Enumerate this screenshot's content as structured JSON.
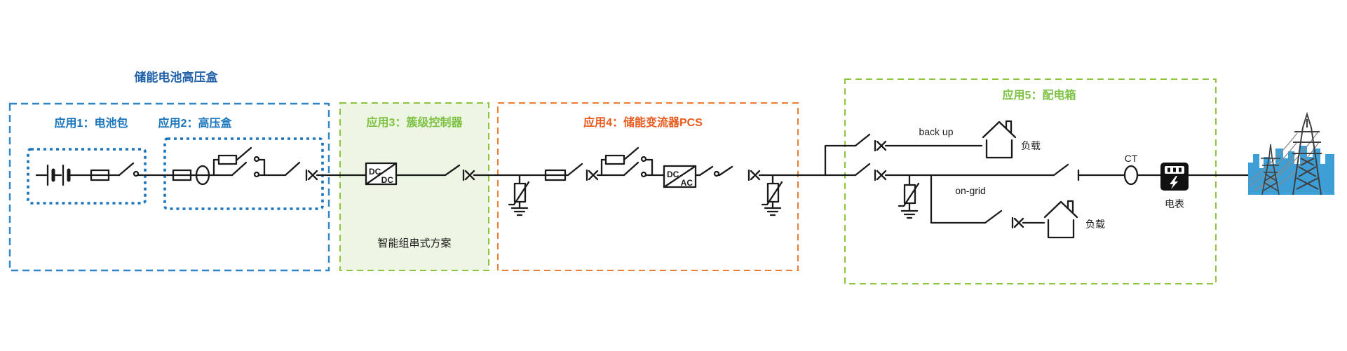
{
  "diagram": {
    "main_title": "储能电池高压盒",
    "solution_label": "智能组串式方案",
    "sections": {
      "app1": {
        "title": "应用1：电池包"
      },
      "app2": {
        "title": "应用2：高压盒"
      },
      "app3": {
        "title": "应用3：簇级控制器"
      },
      "app4": {
        "title": "应用4：储能变流器PCS"
      },
      "app5": {
        "title": "应用5：配电箱"
      }
    },
    "labels": {
      "backup": "back up",
      "ongrid": "on-grid",
      "ct": "CT",
      "meter": "电表",
      "load_backup": "负载",
      "load_ongrid": "负载",
      "dcdc_top": "DC",
      "dcdc_bottom": "DC",
      "dcac_top": "DC",
      "dcac_bottom": "AC"
    },
    "colors": {
      "dark_blue": "#1E5FA9",
      "blue": "#1B75BC",
      "blue_border": "#2E86C4",
      "green": "#7DC242",
      "green_border": "#8CC63F",
      "green_fill": "#EDF5E3",
      "orange": "#E85A1E",
      "orange_border": "#ED7D31",
      "line": "#1A1A1A",
      "skyline_blue": "#3E9ED6"
    }
  }
}
